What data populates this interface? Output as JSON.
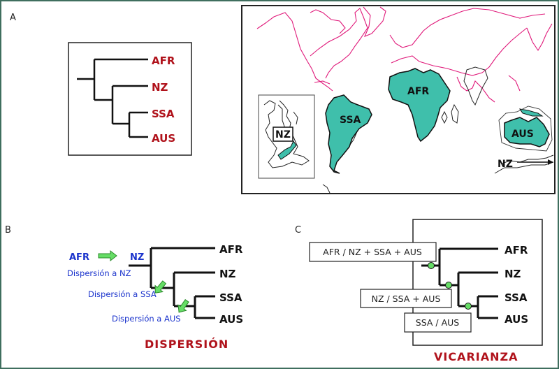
{
  "panels": {
    "a": {
      "letter": "A",
      "cladogram_labels": [
        "AFR",
        "NZ",
        "SSA",
        "AUS"
      ],
      "map": {
        "labels": {
          "ssa": "SSA",
          "afr": "AFR",
          "aus": "AUS",
          "nz_inset": "NZ",
          "nz_arrow": "NZ"
        },
        "colors": {
          "land_fill": "#3fbfab",
          "coast_modern": "#e0197a",
          "outline": "#111111"
        }
      }
    },
    "b": {
      "letter": "B",
      "origin_label": "AFR",
      "dest_label": "NZ",
      "tree_labels": [
        "AFR",
        "NZ",
        "SSA",
        "AUS"
      ],
      "dispersal_notes": [
        "Dispersión a NZ",
        "Dispersión a SSA",
        "Dispersión a AUS"
      ],
      "title": "DISPERSIÓN",
      "colors": {
        "arrow": "#66dd66",
        "note": "#1a33cc",
        "title": "#b0121b"
      }
    },
    "c": {
      "letter": "C",
      "tree_labels": [
        "AFR",
        "NZ",
        "SSA",
        "AUS"
      ],
      "events": [
        "AFR / NZ + SSA + AUS",
        "NZ / SSA + AUS",
        "SSA / AUS"
      ],
      "title": "VICARIANZA",
      "colors": {
        "node": "#66dd66",
        "title": "#b0121b"
      }
    }
  }
}
